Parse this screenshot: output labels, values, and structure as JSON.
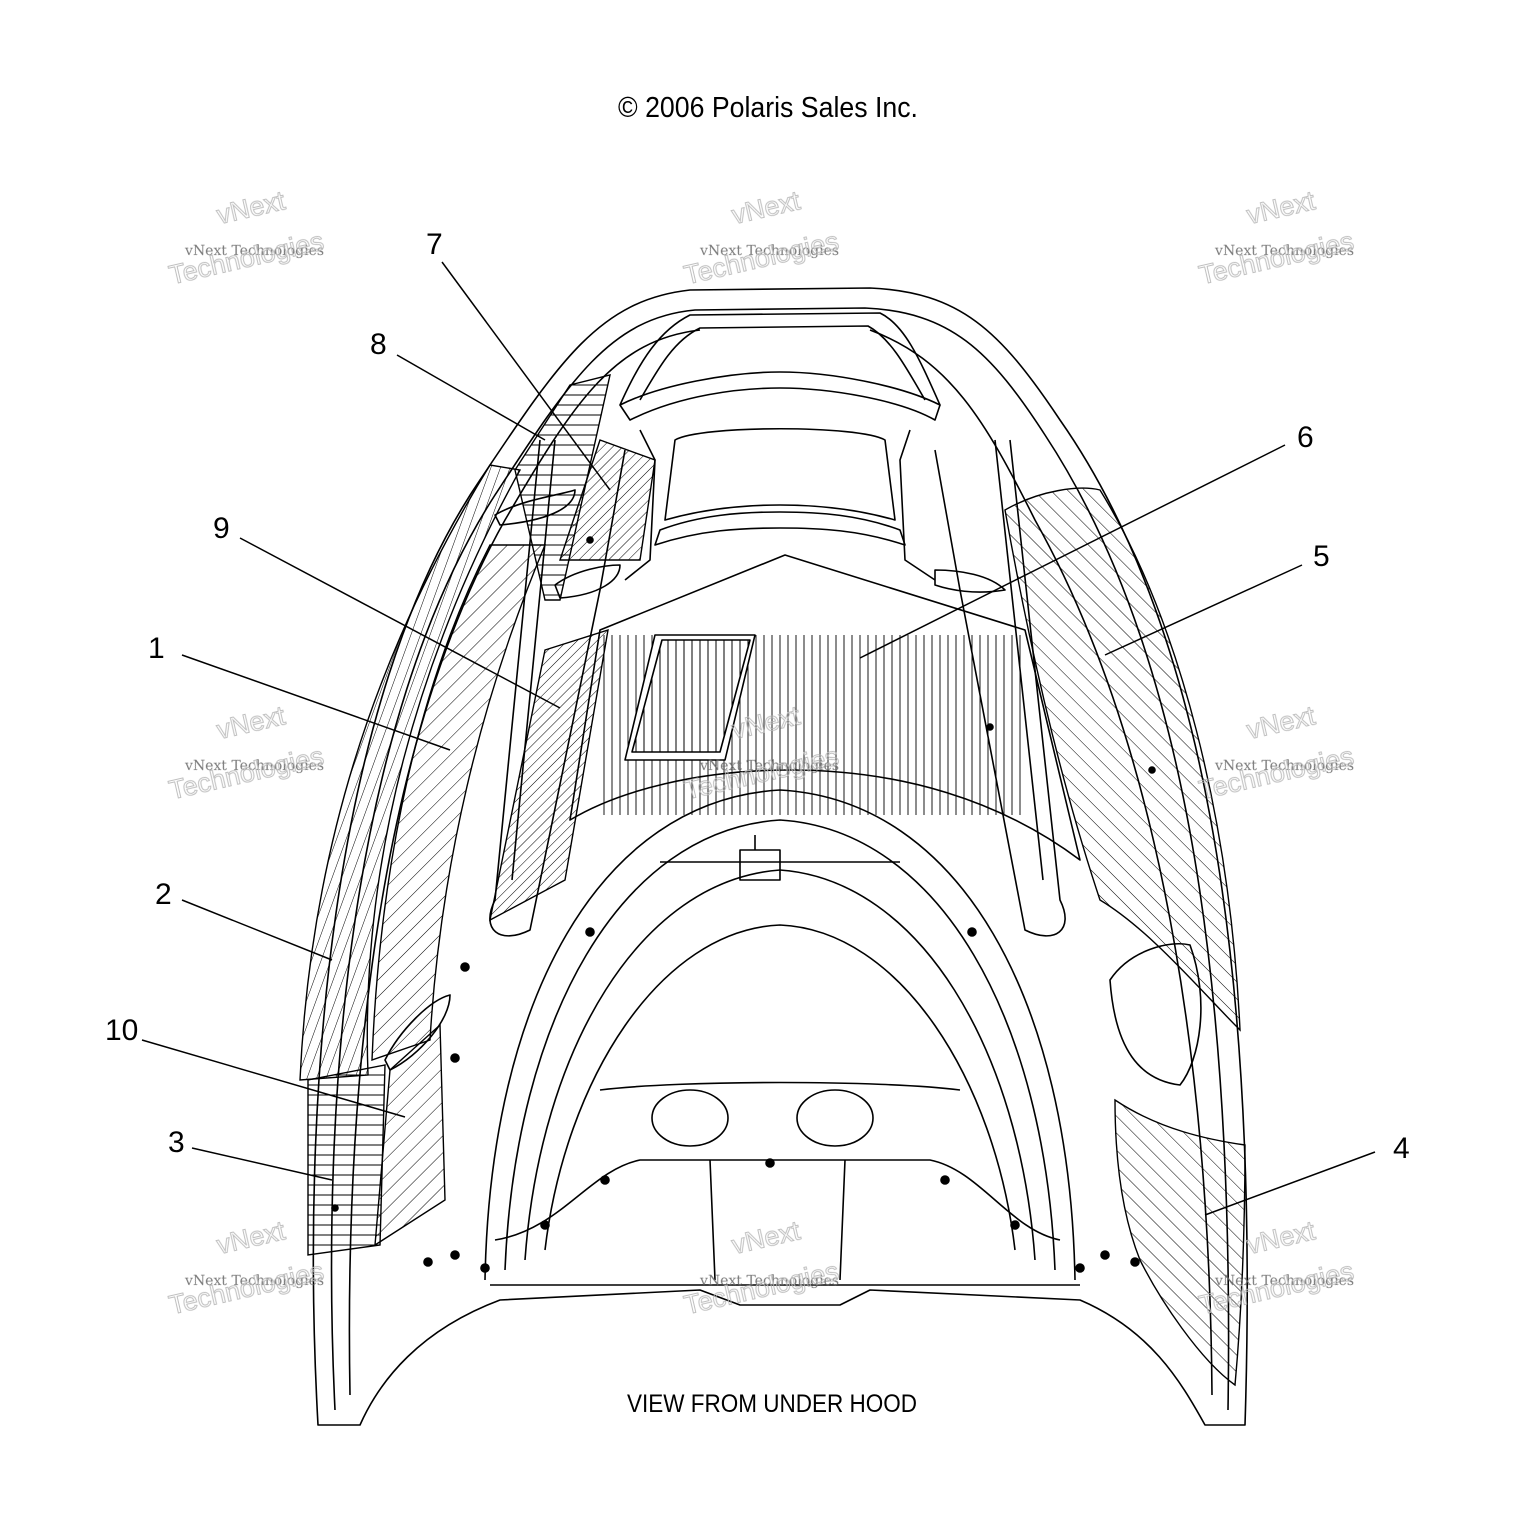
{
  "copyright": "© 2006 Polaris Sales Inc.",
  "view_caption": "VIEW FROM UNDER HOOD",
  "callouts": [
    "1",
    "2",
    "3",
    "4",
    "5",
    "6",
    "7",
    "8",
    "9",
    "10"
  ],
  "watermark": {
    "line1": "vNext",
    "line2": "vNext Technologies",
    "line3": "Technologies"
  },
  "colors": {
    "line": "#000000",
    "background": "#ffffff",
    "watermark": "#b8b8b8"
  }
}
